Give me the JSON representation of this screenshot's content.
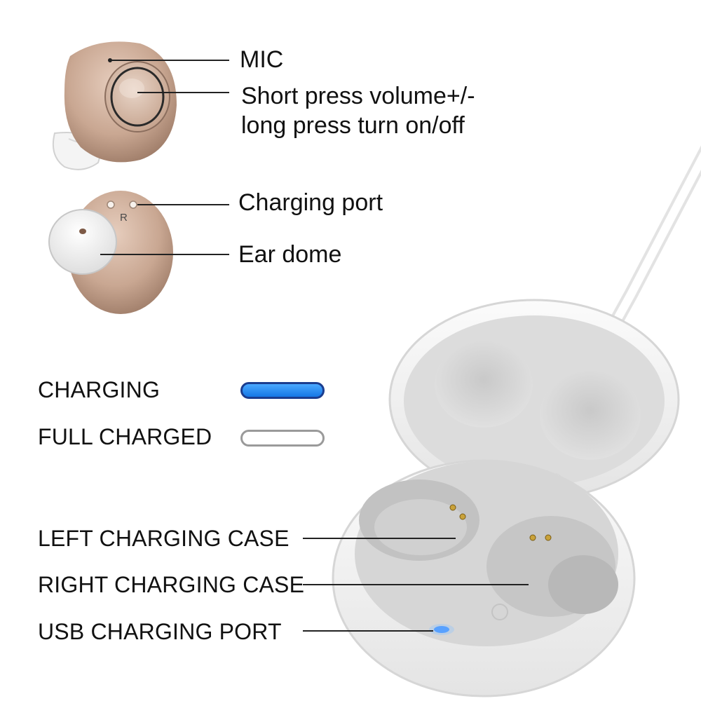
{
  "callouts": {
    "mic": "MIC",
    "button_line1": "Short press volume+/-",
    "button_line2": "long press turn on/off",
    "charging_port": "Charging port",
    "ear_dome": "Ear dome",
    "side_mark": "R"
  },
  "indicators": {
    "charging": {
      "label": "CHARGING",
      "color": "#2a8cf0"
    },
    "full": {
      "label": "FULL CHARGED",
      "color": "#ffffff"
    }
  },
  "case_parts": {
    "left": "LEFT CHARGING CASE",
    "right": "RIGHT CHARGING CASE",
    "usb": "USB CHARGING PORT"
  },
  "colors": {
    "device_skin": "#c9a792",
    "case_white": "#f3f3f3",
    "case_inner": "#d8d8d8",
    "text": "#111111"
  }
}
